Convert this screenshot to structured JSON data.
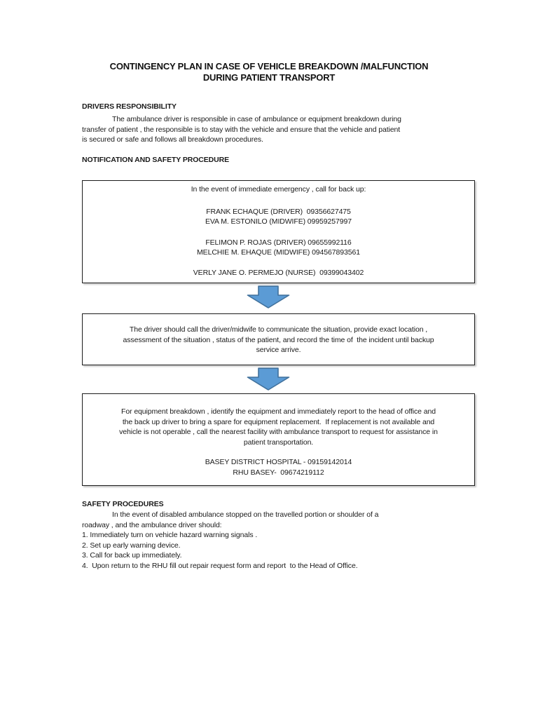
{
  "title": {
    "lines": [
      "CONTINGENCY PLAN IN CASE OF VEHICLE BREAKDOWN /MALFUNCTION",
      "DURING PATIENT TRANSPORT"
    ]
  },
  "drivers_responsibility": {
    "heading": "DRIVERS RESPONSIBILITY",
    "lines": [
      "The ambulance driver is responsible in case of ambulance or equipment breakdown during",
      "transfer of patient , the responsible is to stay with the vehicle and ensure that the vehicle and patient",
      "is secured or safe and follows all breakdown procedures."
    ]
  },
  "notification": {
    "heading": "NOTIFICATION AND SAFETY PROCEDURE"
  },
  "flowchart": {
    "arrow_fill": "#5b9bd5",
    "arrow_border": "#41719c",
    "box1": {
      "intro": "In the event of immediate emergency , call for back up:",
      "contacts": [
        "FRANK ECHAQUE (DRIVER)  09356627475",
        "EVA M. ESTONILO (MIDWIFE) 09959257997",
        "FELIMON P. ROJAS (DRIVER) 09655992116",
        "MELCHIE M. EHAQUE (MIDWIFE) 094567893561",
        "VERLY JANE O. PERMEJO (NURSE)  09399043402"
      ]
    },
    "box2": {
      "lines": [
        "The driver should call the driver/midwife to communicate the situation, provide exact location ,",
        "assessment of the situation , status of the patient, and record the time of  the incident until backup",
        "service arrive."
      ]
    },
    "box3": {
      "lines": [
        "For equipment breakdown , identify the equipment and immediately report to the head of office and",
        "the back up driver to bring a spare for equipment replacement.  If replacement is not available and",
        "vehicle is not operable , call the nearest facility with ambulance transport to request for assistance in",
        "patient transportation."
      ],
      "contacts": [
        "BASEY DISTRICT HOSPITAL - 09159142014",
        "RHU BASEY-  09674219112"
      ]
    }
  },
  "safety_procedures": {
    "heading": "SAFETY PROCEDURES",
    "intro_lines": [
      "In the event of disabled ambulance stopped on the travelled portion or shoulder of a",
      "roadway , and the ambulance driver should:"
    ],
    "steps": [
      "1. Immediately turn on vehicle hazard warning signals .",
      "2. Set up early warning device.",
      "3. Call for back up immediately.",
      "4.  Upon return to the RHU fill out repair request form and report  to the Head of Office."
    ]
  }
}
